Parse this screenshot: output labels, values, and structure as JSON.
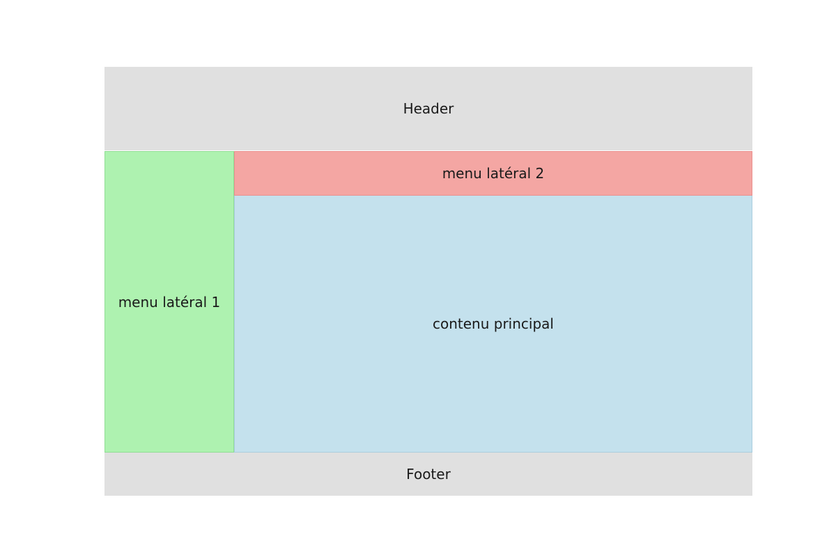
{
  "page": {
    "background": "#ffffff",
    "text_color": "#1a1a1a"
  },
  "layout": {
    "header": {
      "label": "Header",
      "background": "#e0e0e0"
    },
    "sidebar_left": {
      "label": "menu latéral 1",
      "background": "#aef2b0"
    },
    "sidebar_top": {
      "label": "menu latéral 2",
      "background": "#f4a6a3"
    },
    "main": {
      "label": "contenu principal",
      "background": "#c4e1ed"
    },
    "footer": {
      "label": "Footer",
      "background": "#e0e0e0"
    }
  }
}
